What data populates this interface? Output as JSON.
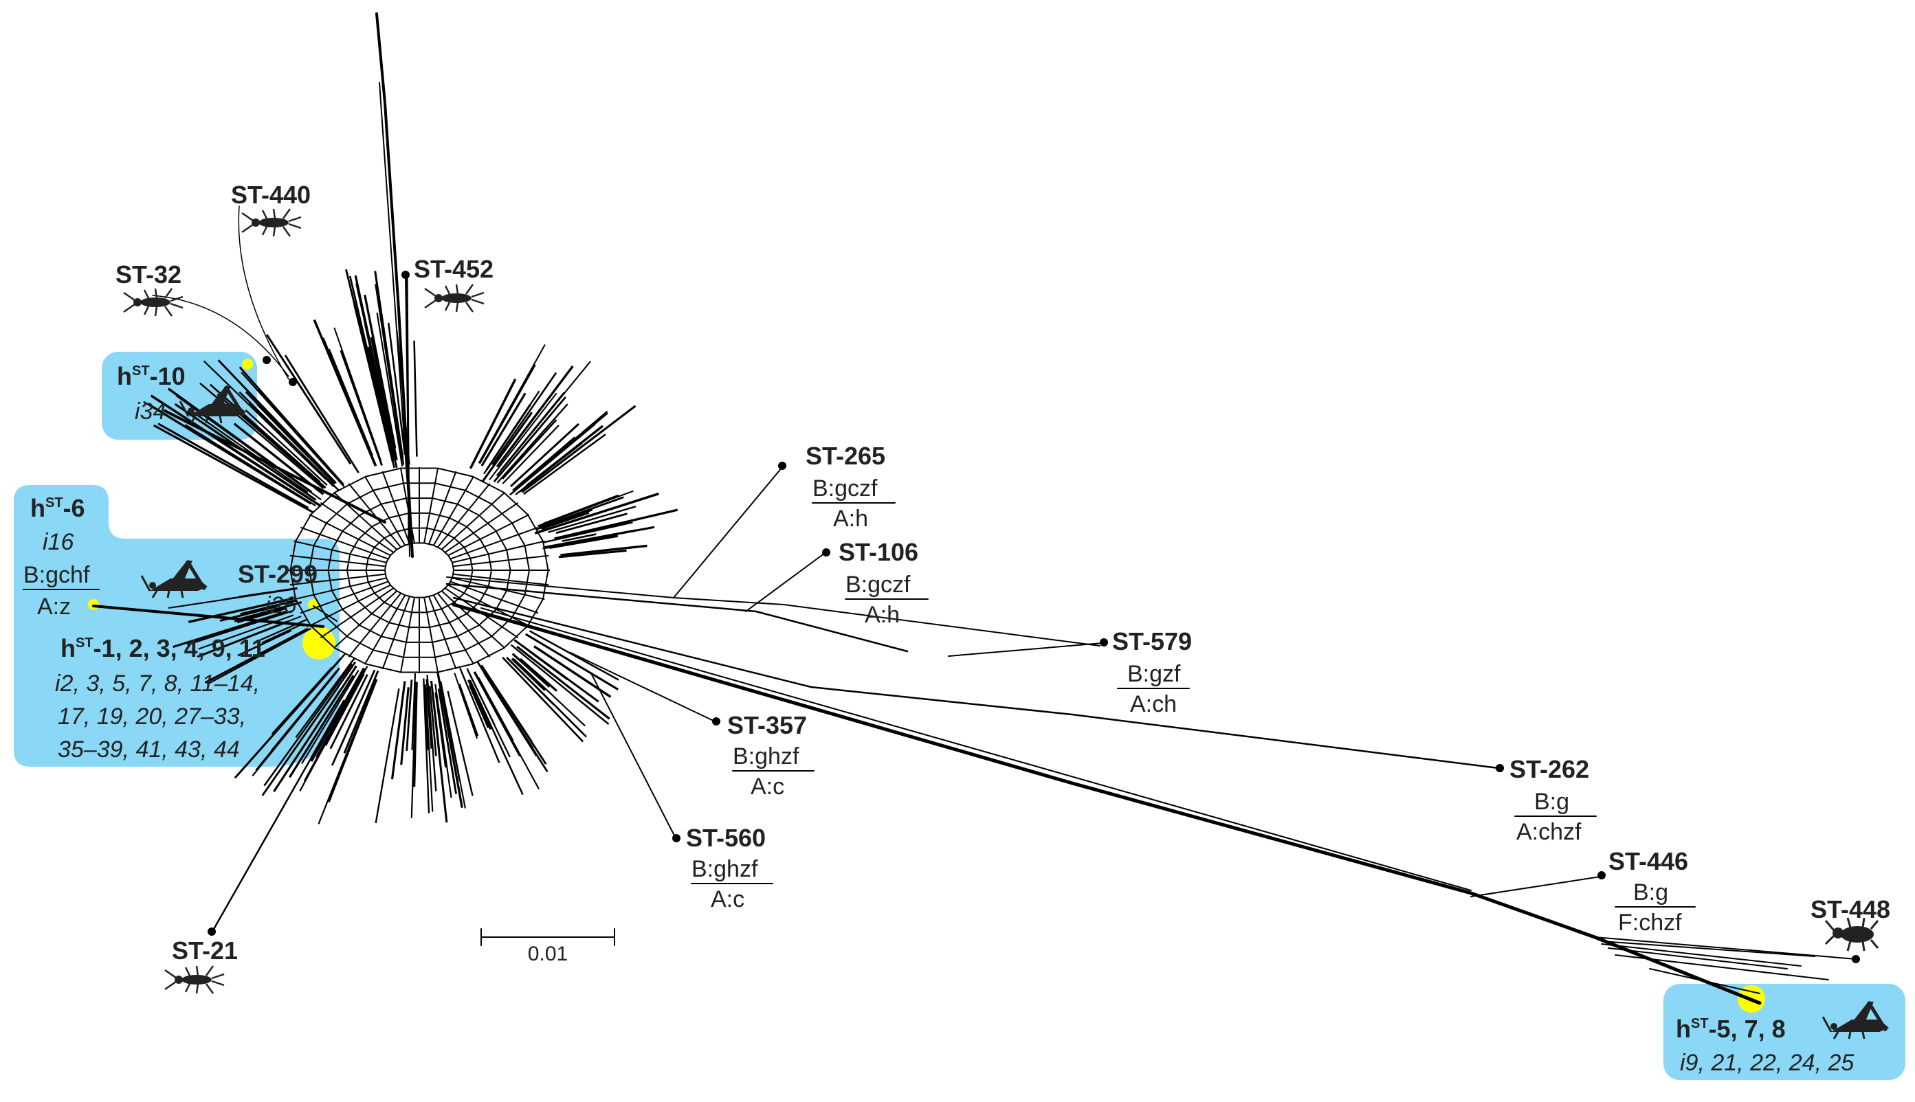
{
  "labels": {
    "st440": "ST-440",
    "st32": "ST-32",
    "st452": "ST-452",
    "h10_pre": "h",
    "h10_sup": "ST",
    "h10_post": "-10",
    "h10_iso": "i34",
    "h6_pre": "h",
    "h6_sup": "ST",
    "h6_post": "-6",
    "h6_iso": "i16",
    "h6_b": "B:gchf",
    "h6_a": "A:z",
    "st299": "ST-299",
    "st299_iso": "i26",
    "h1_pre": "h",
    "h1_sup": "ST",
    "h1_post": "-1, 2, 3, 4, 9, 11",
    "h1_iso_1": "i2, 3, 5, 7, 8, 11–14,",
    "h1_iso_2": "17, 19, 20, 27–33,",
    "h1_iso_3": "35–39, 41, 43, 44",
    "st265": "ST-265",
    "st265_b": "B:gczf",
    "st265_a": "A:h",
    "st106": "ST-106",
    "st106_b": "B:gczf",
    "st106_a": "A:h",
    "st579": "ST-579",
    "st579_b": "B:gzf",
    "st579_a": "A:ch",
    "st357": "ST-357",
    "st357_b": "B:ghzf",
    "st357_a": "A:c",
    "st262": "ST-262",
    "st262_b": "B:g",
    "st262_a": "A:chzf",
    "st560": "ST-560",
    "st560_b": "B:ghzf",
    "st560_a": "A:c",
    "st446": "ST-446",
    "st446_b": "B:g",
    "st446_f": "F:chzf",
    "st448": "ST-448",
    "h5_pre": "h",
    "h5_sup": "ST",
    "h5_post": "-5, 7, 8",
    "h5_iso": "i9, 21, 22, 24, 25",
    "st21": "ST-21",
    "scale": "0.01"
  },
  "colors": {
    "highlight": "#8ad8f5",
    "marker": "#ffff00",
    "edge": "#000000"
  },
  "icons": {
    "host_small": "cricket-icon",
    "host_large": "grasshopper-icon",
    "host_beetle": "beetle-icon"
  }
}
